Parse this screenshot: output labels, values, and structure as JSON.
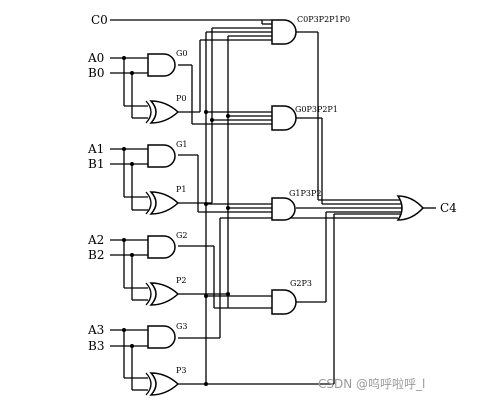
{
  "inputs": {
    "c0": "C0",
    "a0": "A0",
    "b0": "B0",
    "a1": "A1",
    "b1": "B1",
    "a2": "A2",
    "b2": "B2",
    "a3": "A3",
    "b3": "B3"
  },
  "gate_labels": {
    "g0": "G0",
    "p0": "P0",
    "g1": "G1",
    "p1": "P1",
    "g2": "G2",
    "p2": "P2",
    "g3": "G3",
    "p3": "P3"
  },
  "product_labels": {
    "c0p3p2p1p0": "C0P3P2P1P0",
    "g0p3p2p1": "G0P3P2P1",
    "g1p3p2": "G1P3P2",
    "g2p3": "G2P3"
  },
  "output": {
    "c4": "C4"
  },
  "watermark": "CSDN @呜呼啦呼_l"
}
